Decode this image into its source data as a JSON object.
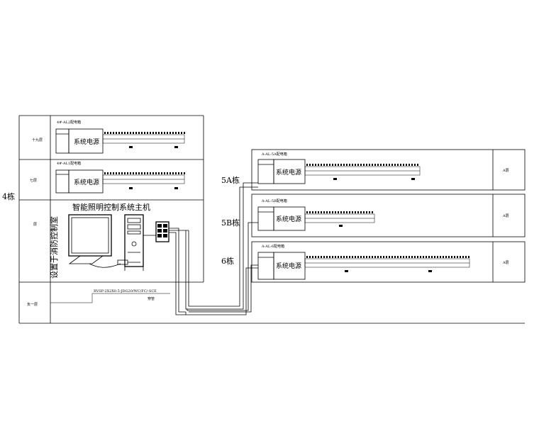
{
  "building_4": {
    "label": "4栋",
    "floors": [
      {
        "floor_label": "十九层",
        "panel_title": "4#-AL2配电箱",
        "power_label": "系统电源"
      },
      {
        "floor_label": "七层",
        "panel_title": "4#-AL1配电箱",
        "power_label": "系统电源"
      }
    ],
    "lower_row_label": "层",
    "basement_label": "负一层",
    "control_room_label": "设置于消防控制室",
    "host_label": "智能照明控制系统主机",
    "cable_spec": "RVSP-2X2X0.5-JDG20/WC/FC/-SCE",
    "cable_note": "穿管"
  },
  "right_buildings": [
    {
      "label": "5A栋",
      "panel_title": "A-AL-5A配电箱",
      "power_label": "系统电源",
      "floor_label": "A层"
    },
    {
      "label": "5B栋",
      "panel_title": "A-AL-5B配电箱",
      "power_label": "系统电源",
      "floor_label": "A层"
    },
    {
      "label": "6栋",
      "panel_title": "A-AL-6配电箱",
      "power_label": "系统电源",
      "floor_label": "A层"
    }
  ]
}
